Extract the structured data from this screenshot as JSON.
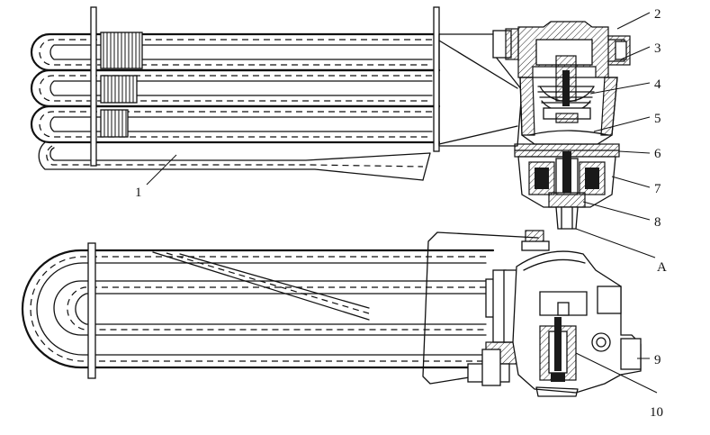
{
  "callouts": {
    "c1": "1",
    "c2": "2",
    "c3": "3",
    "c4": "4",
    "c5": "5",
    "c6": "6",
    "c7": "7",
    "c8": "8",
    "cA": "A",
    "c9": "9",
    "c10": "10"
  }
}
